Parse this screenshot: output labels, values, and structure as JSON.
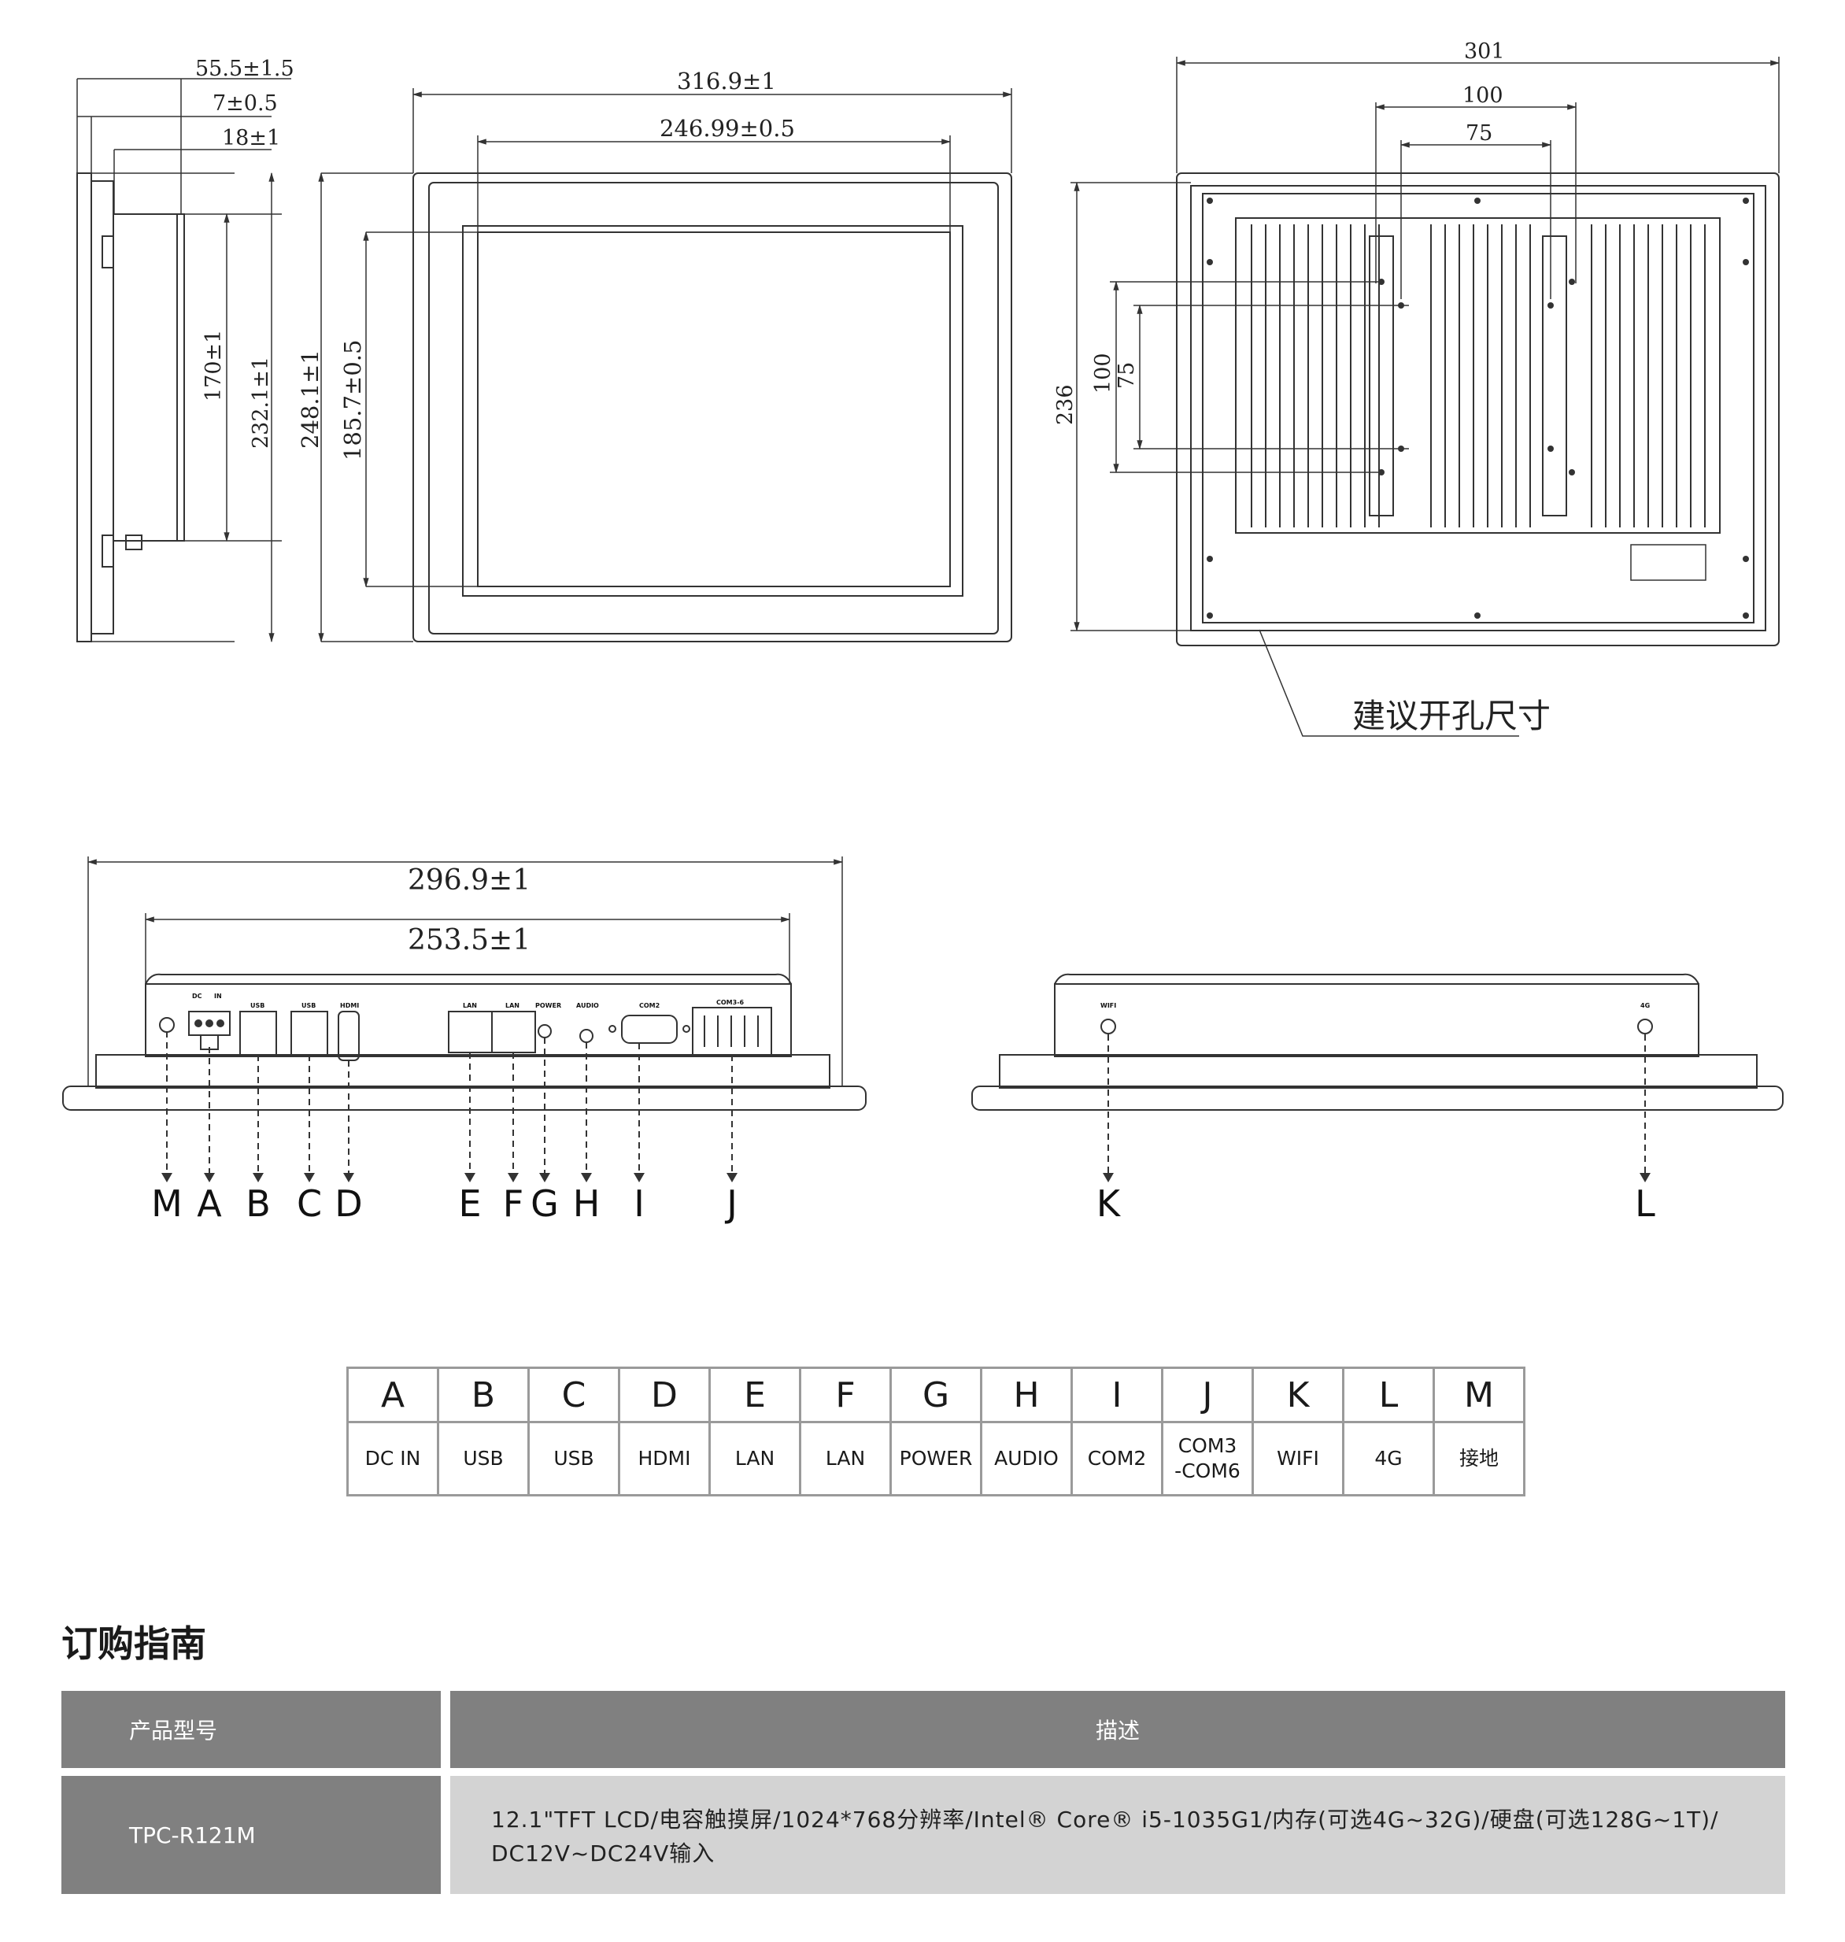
{
  "dims": {
    "side_total": "55.5±1.5",
    "side_bezel": "7±0.5",
    "side_front": "18±1",
    "side_h170": "170±1",
    "side_h232": "232.1±1",
    "front_w": "316.9±1",
    "front_screen_w": "246.99±0.5",
    "front_h": "248.1±1",
    "front_screen_h": "185.7±0.5",
    "back_w": "301",
    "back_100": "100",
    "back_75": "75",
    "back_h": "236",
    "back_v100": "100",
    "back_v75": "75",
    "cutout_note": "建议开孔尺寸",
    "bottom_w1": "296.9±1",
    "bottom_w2": "253.5±1"
  },
  "panel_labels": {
    "dc": "DC",
    "in": "IN",
    "usb1": "USB",
    "usb2": "USB",
    "hdmi": "HDMI",
    "lan1": "LAN",
    "lan2": "LAN",
    "power": "POWER",
    "audio": "AUDIO",
    "com2": "COM2",
    "com36": "COM3-6",
    "wifi": "WIFI",
    "g4": "4G"
  },
  "callouts": [
    "M",
    "A",
    "B",
    "C",
    "D",
    "E",
    "F",
    "G",
    "H",
    "I",
    "J",
    "K",
    "L"
  ],
  "ports_table": {
    "letters": [
      "A",
      "B",
      "C",
      "D",
      "E",
      "F",
      "G",
      "H",
      "I",
      "J",
      "K",
      "L",
      "M"
    ],
    "names": [
      "DC IN",
      "USB",
      "USB",
      "HDMI",
      "LAN",
      "LAN",
      "POWER",
      "AUDIO",
      "COM2",
      "COM3\n-COM6",
      "WIFI",
      "4G",
      "接地"
    ]
  },
  "ordering": {
    "title": "订购指南",
    "col_model": "产品型号",
    "col_desc": "描述",
    "model": "TPC-R121M",
    "desc_line1": "12.1\"TFT LCD/电容触摸屏/1024*768分辨率/Intel® Core® i5-1035G1/内存(可选4G~32G)/硬盘(可选128G~1T)/",
    "desc_line2": "DC12V~DC24V输入"
  }
}
